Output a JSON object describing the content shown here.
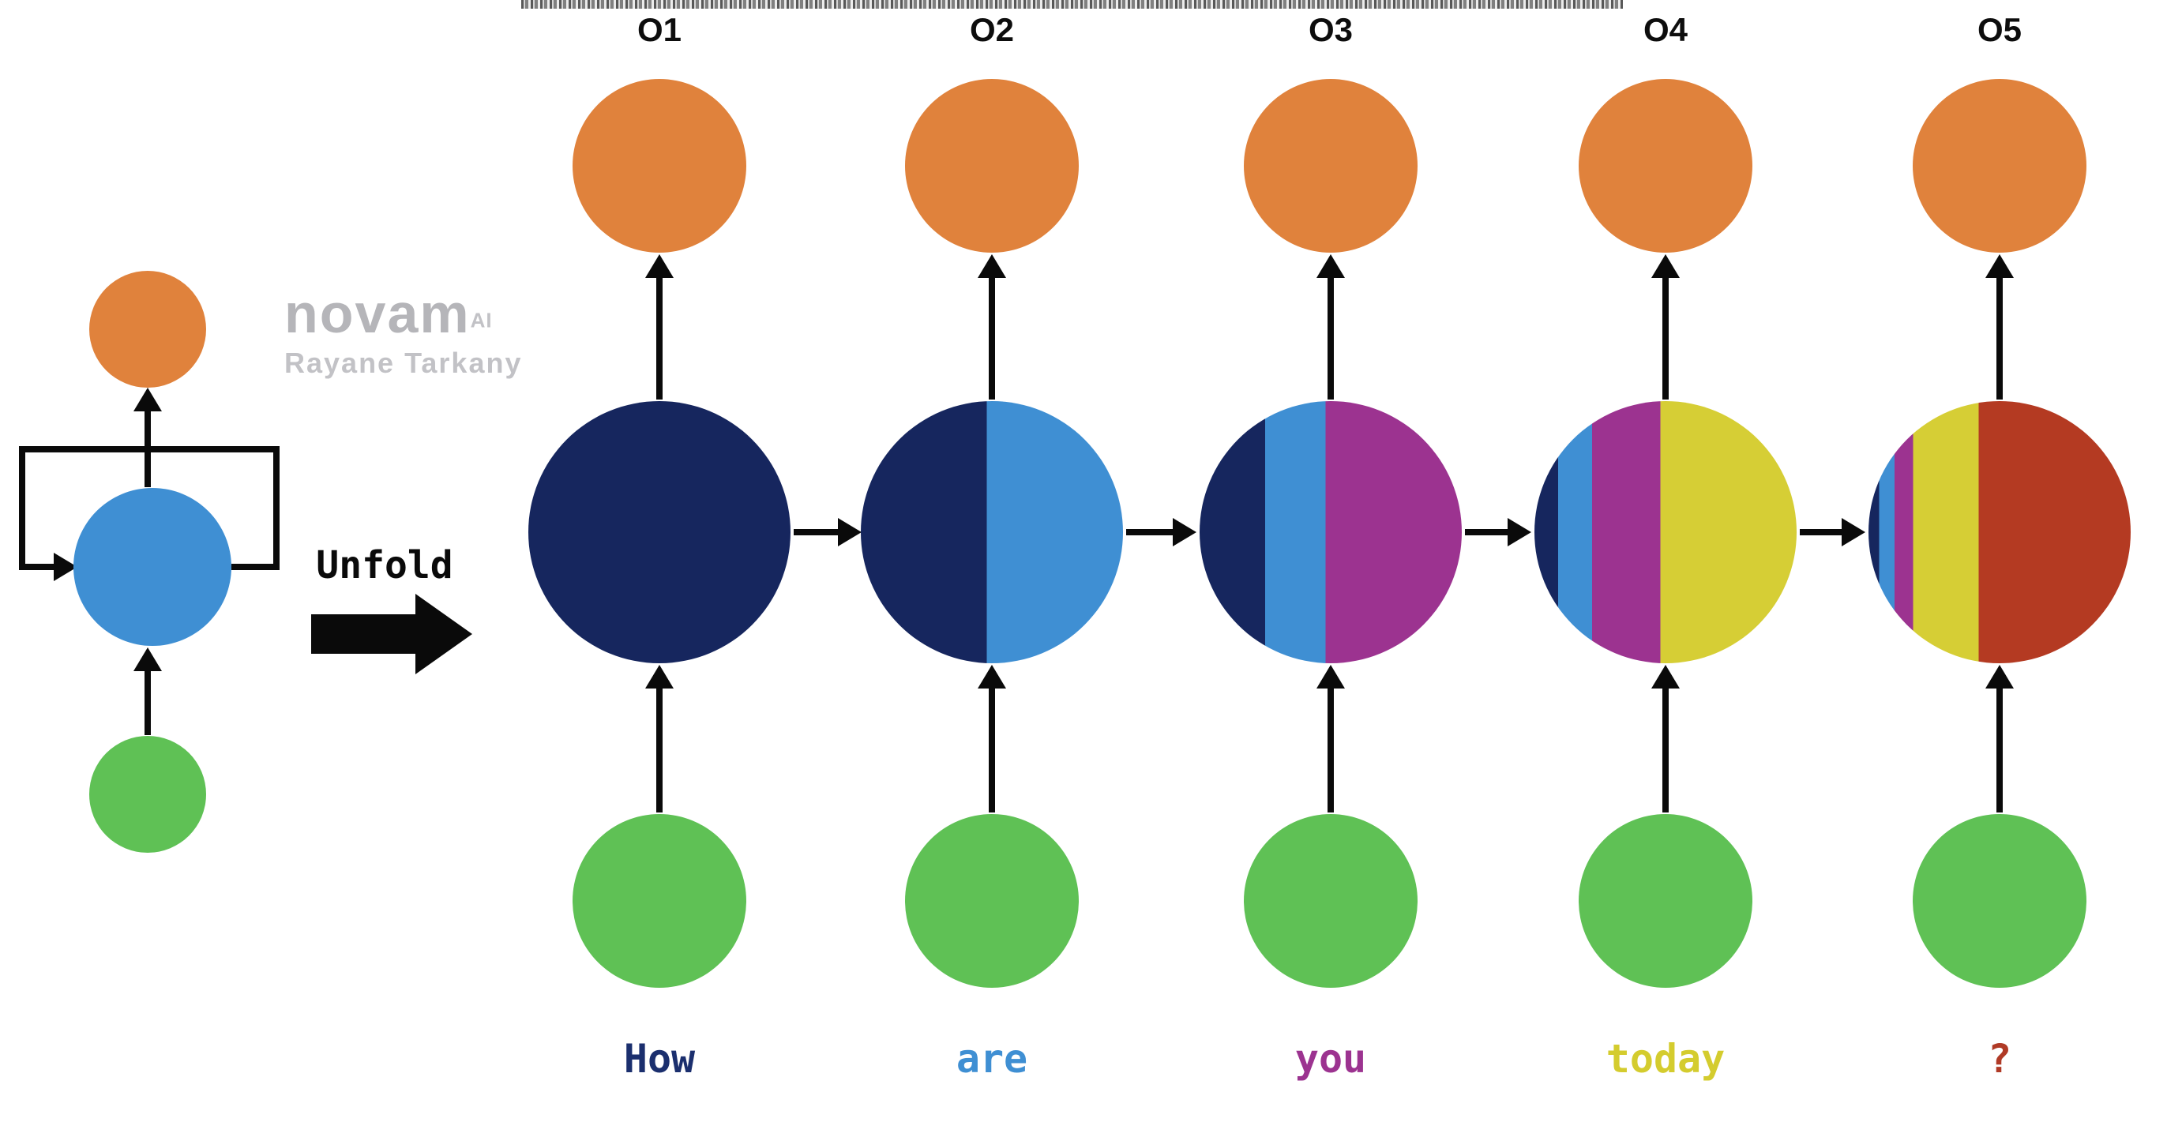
{
  "palette": {
    "orange": "#E0823C",
    "green": "#5FC155",
    "navy": "#16265E",
    "blue": "#3F8FD3",
    "purple": "#9C3390",
    "yellow": "#D6CE35",
    "red": "#B43A22",
    "arrow_black": "#0A0A0A",
    "watermark_gray": "#B5B5B9",
    "watermark_gray_light": "#C2C2C6"
  },
  "watermark": {
    "brand": "novam",
    "superscript": "AI",
    "author": "Rayane Tarkany"
  },
  "unfold_label": "Unfold",
  "steps": [
    {
      "output_label": "O1",
      "input_word": "How",
      "word_color": "#1B2F6E",
      "hidden_segments": [
        {
          "color": "#16265E",
          "pct": 100
        }
      ]
    },
    {
      "output_label": "O2",
      "input_word": "are",
      "word_color": "#3F8FD3",
      "hidden_segments": [
        {
          "color": "#16265E",
          "pct": 48
        },
        {
          "color": "#3F8FD3",
          "pct": 52
        }
      ]
    },
    {
      "output_label": "O3",
      "input_word": "you",
      "word_color": "#9C3390",
      "hidden_segments": [
        {
          "color": "#16265E",
          "pct": 25
        },
        {
          "color": "#3F8FD3",
          "pct": 23
        },
        {
          "color": "#9C3390",
          "pct": 52
        }
      ]
    },
    {
      "output_label": "O4",
      "input_word": "today",
      "word_color": "#D4CC2E",
      "hidden_segments": [
        {
          "color": "#16265E",
          "pct": 9
        },
        {
          "color": "#3F8FD3",
          "pct": 13
        },
        {
          "color": "#9C3390",
          "pct": 26
        },
        {
          "color": "#D6CE35",
          "pct": 52
        }
      ]
    },
    {
      "output_label": "O5",
      "input_word": "?",
      "word_color": "#B03A26",
      "hidden_segments": [
        {
          "color": "#16265E",
          "pct": 4
        },
        {
          "color": "#3F8FD3",
          "pct": 6
        },
        {
          "color": "#9C3390",
          "pct": 7
        },
        {
          "color": "#D6CE35",
          "pct": 25
        },
        {
          "color": "#B43A22",
          "pct": 58
        }
      ]
    }
  ]
}
